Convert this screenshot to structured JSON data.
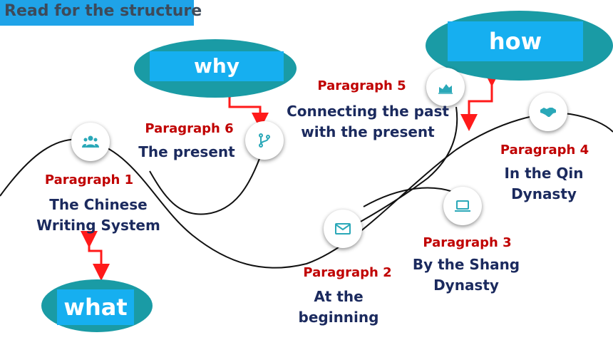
{
  "header": {
    "title": "Read for the structure"
  },
  "questions": {
    "why": "why",
    "how": "how",
    "what": "what"
  },
  "paragraphs": [
    {
      "label": "Paragraph 1",
      "lines": [
        "The Chinese",
        "Writing System"
      ],
      "icon": "people-group-icon"
    },
    {
      "label": "Paragraph 2",
      "lines": [
        "At the",
        "beginning"
      ],
      "icon": "envelope-icon"
    },
    {
      "label": "Paragraph 3",
      "lines": [
        "By the Shang",
        "Dynasty"
      ],
      "icon": "laptop-icon"
    },
    {
      "label": "Paragraph 4",
      "lines": [
        "In the Qin",
        "Dynasty"
      ],
      "icon": "handshake-icon"
    },
    {
      "label": "Paragraph 5",
      "lines": [
        "Connecting the past",
        "with the present"
      ],
      "icon": "area-chart-icon"
    },
    {
      "label": "Paragraph 6",
      "lines": [
        "The present"
      ],
      "icon": "branch-icon"
    }
  ],
  "colors": {
    "accent": "#16aff0",
    "ellipse": "#1a9ba5",
    "label": "#c00000",
    "text": "#1b2a5e",
    "arrow": "#ff1a1a",
    "icon": "#2aa8b8"
  }
}
